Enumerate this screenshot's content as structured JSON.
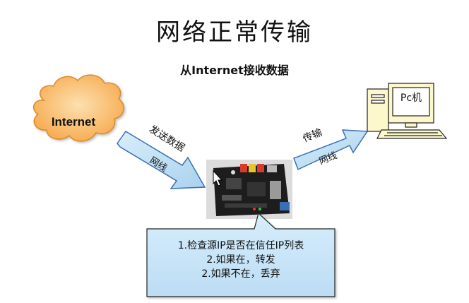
{
  "title": "网络正常传输",
  "subtitle": "从Internet接收数据",
  "cloud": {
    "label": "Internet"
  },
  "arrow_left": {
    "top_label": "发送数据",
    "inner_label": "网线"
  },
  "arrow_right": {
    "top_label": "传输",
    "inner_label": "网线"
  },
  "pc": {
    "label": "Pc机"
  },
  "callout": {
    "lines": [
      "1.检查源IP是否在信任IP列表",
      "2.如果在，转发",
      "2.如果不在，丢弃"
    ]
  },
  "colors": {
    "cloud_fill": "#f6b462",
    "arrow_fill": "#c5e3f5",
    "callout_fill": "#c9e6fa",
    "pc_fill": "#fdf7cc",
    "board_bg": "#d9d9d9"
  }
}
